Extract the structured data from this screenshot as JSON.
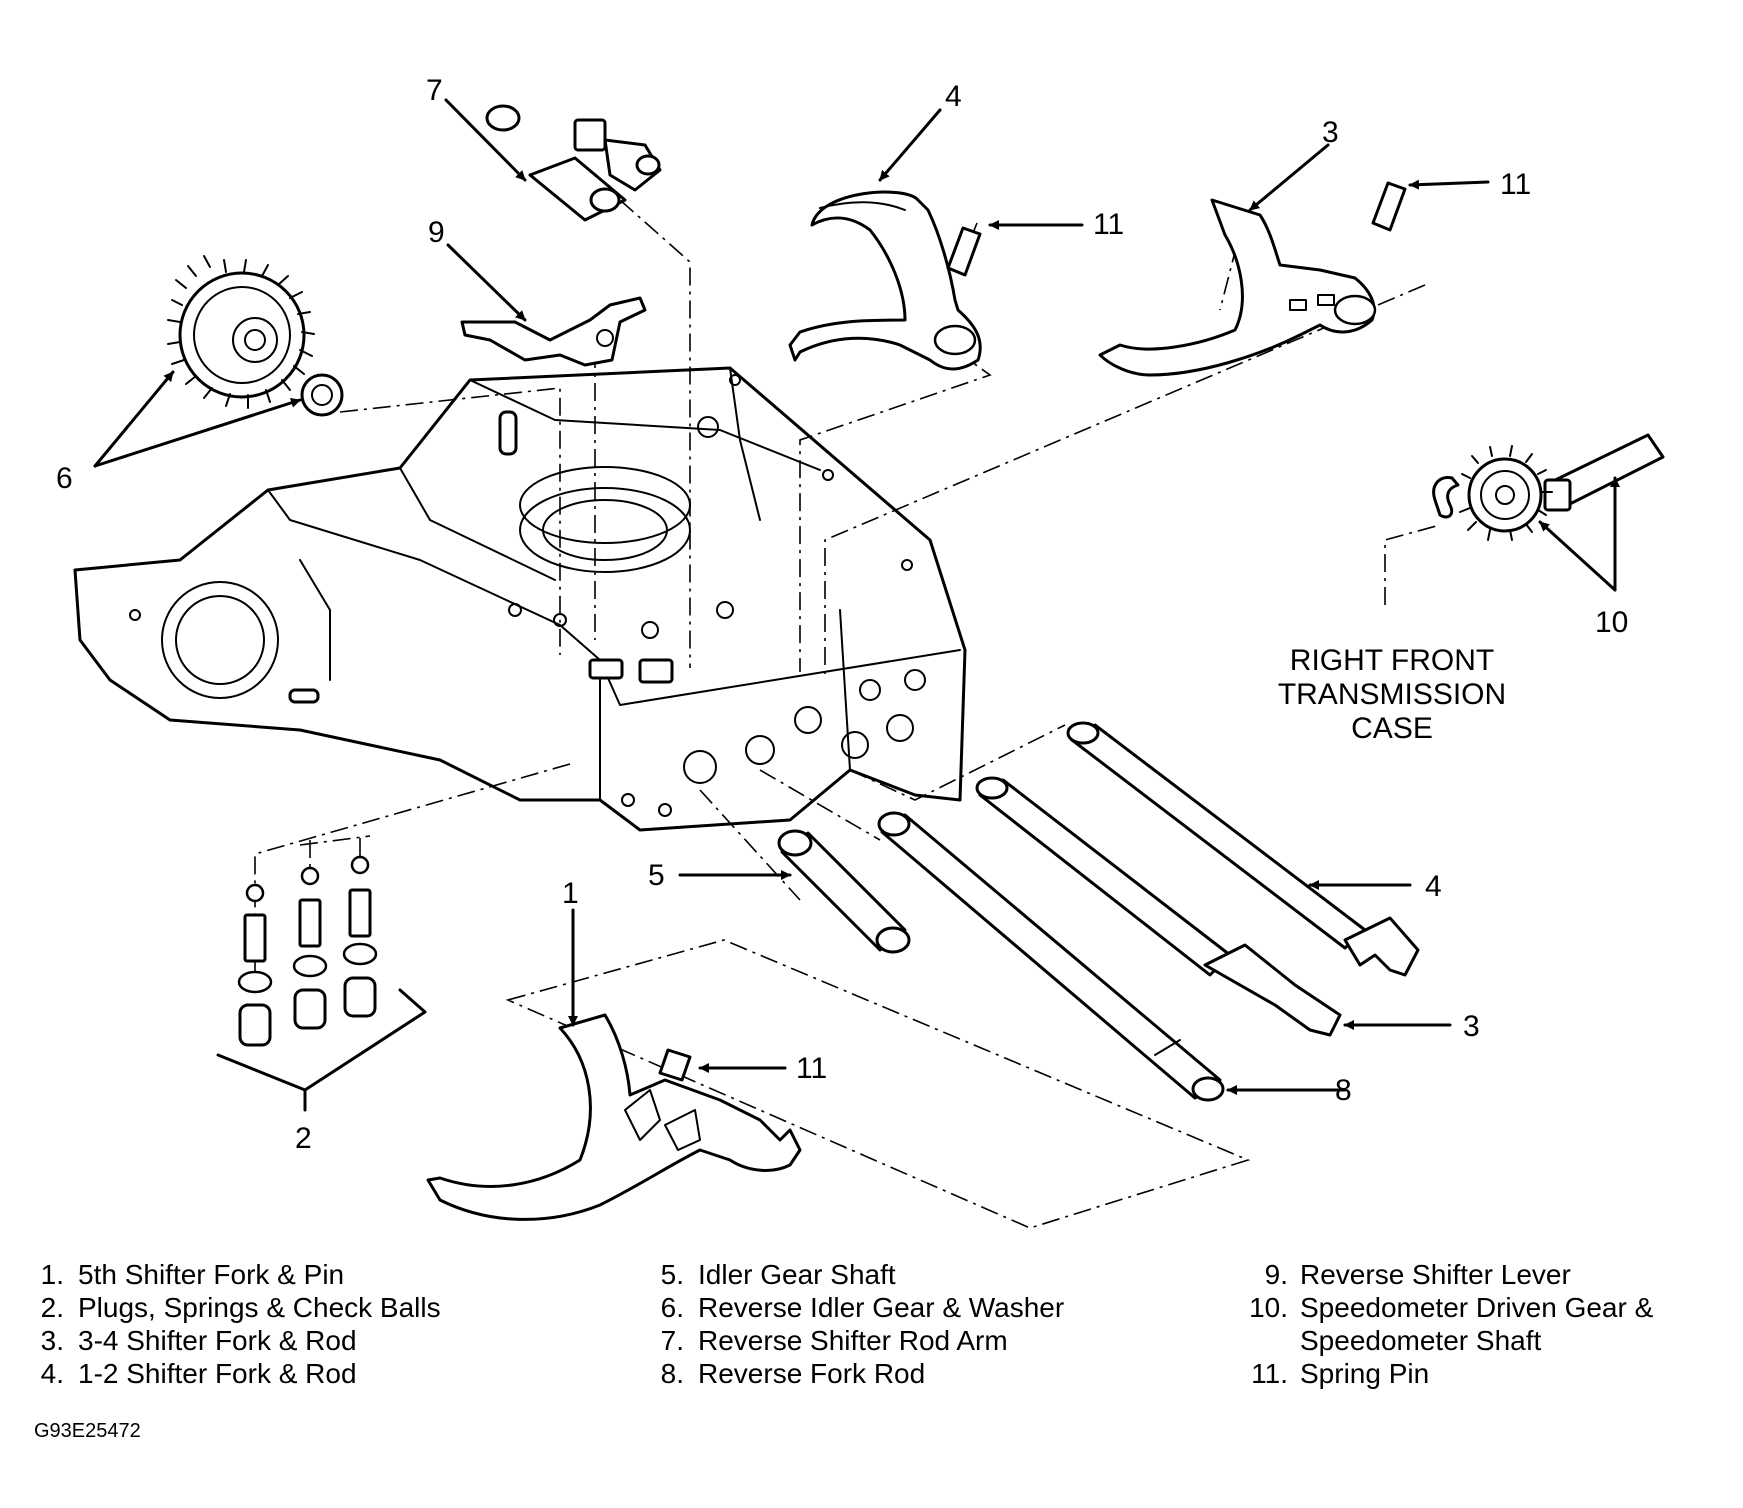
{
  "figure_id": "G93E25472",
  "case_label": [
    "RIGHT FRONT",
    "TRANSMISSION",
    "CASE"
  ],
  "callouts": {
    "c1": "1",
    "c2": "2",
    "c3_top": "3",
    "c3_rod": "3",
    "c4_top": "4",
    "c4_rod": "4",
    "c5": "5",
    "c6": "6",
    "c7": "7",
    "c8": "8",
    "c9": "9",
    "c10": "10",
    "c11_a": "11",
    "c11_b": "11",
    "c11_c": "11"
  },
  "legend": {
    "col1": [
      {
        "num": "1.",
        "text": "5th Shifter Fork & Pin"
      },
      {
        "num": "2.",
        "text": "Plugs, Springs & Check Balls"
      },
      {
        "num": "3.",
        "text": "3-4 Shifter Fork & Rod"
      },
      {
        "num": "4.",
        "text": "1-2 Shifter Fork & Rod"
      }
    ],
    "col2": [
      {
        "num": "5.",
        "text": "Idler Gear Shaft"
      },
      {
        "num": "6.",
        "text": "Reverse Idler Gear & Washer"
      },
      {
        "num": "7.",
        "text": "Reverse Shifter Rod Arm"
      },
      {
        "num": "8.",
        "text": "Reverse Fork Rod"
      }
    ],
    "col3": [
      {
        "num": "9.",
        "text": "Reverse Shifter Lever"
      },
      {
        "num": "10.",
        "text": "Speedometer Driven Gear &"
      },
      {
        "num": "",
        "text": "Speedometer Shaft"
      },
      {
        "num": "11.",
        "text": "Spring Pin"
      }
    ]
  }
}
